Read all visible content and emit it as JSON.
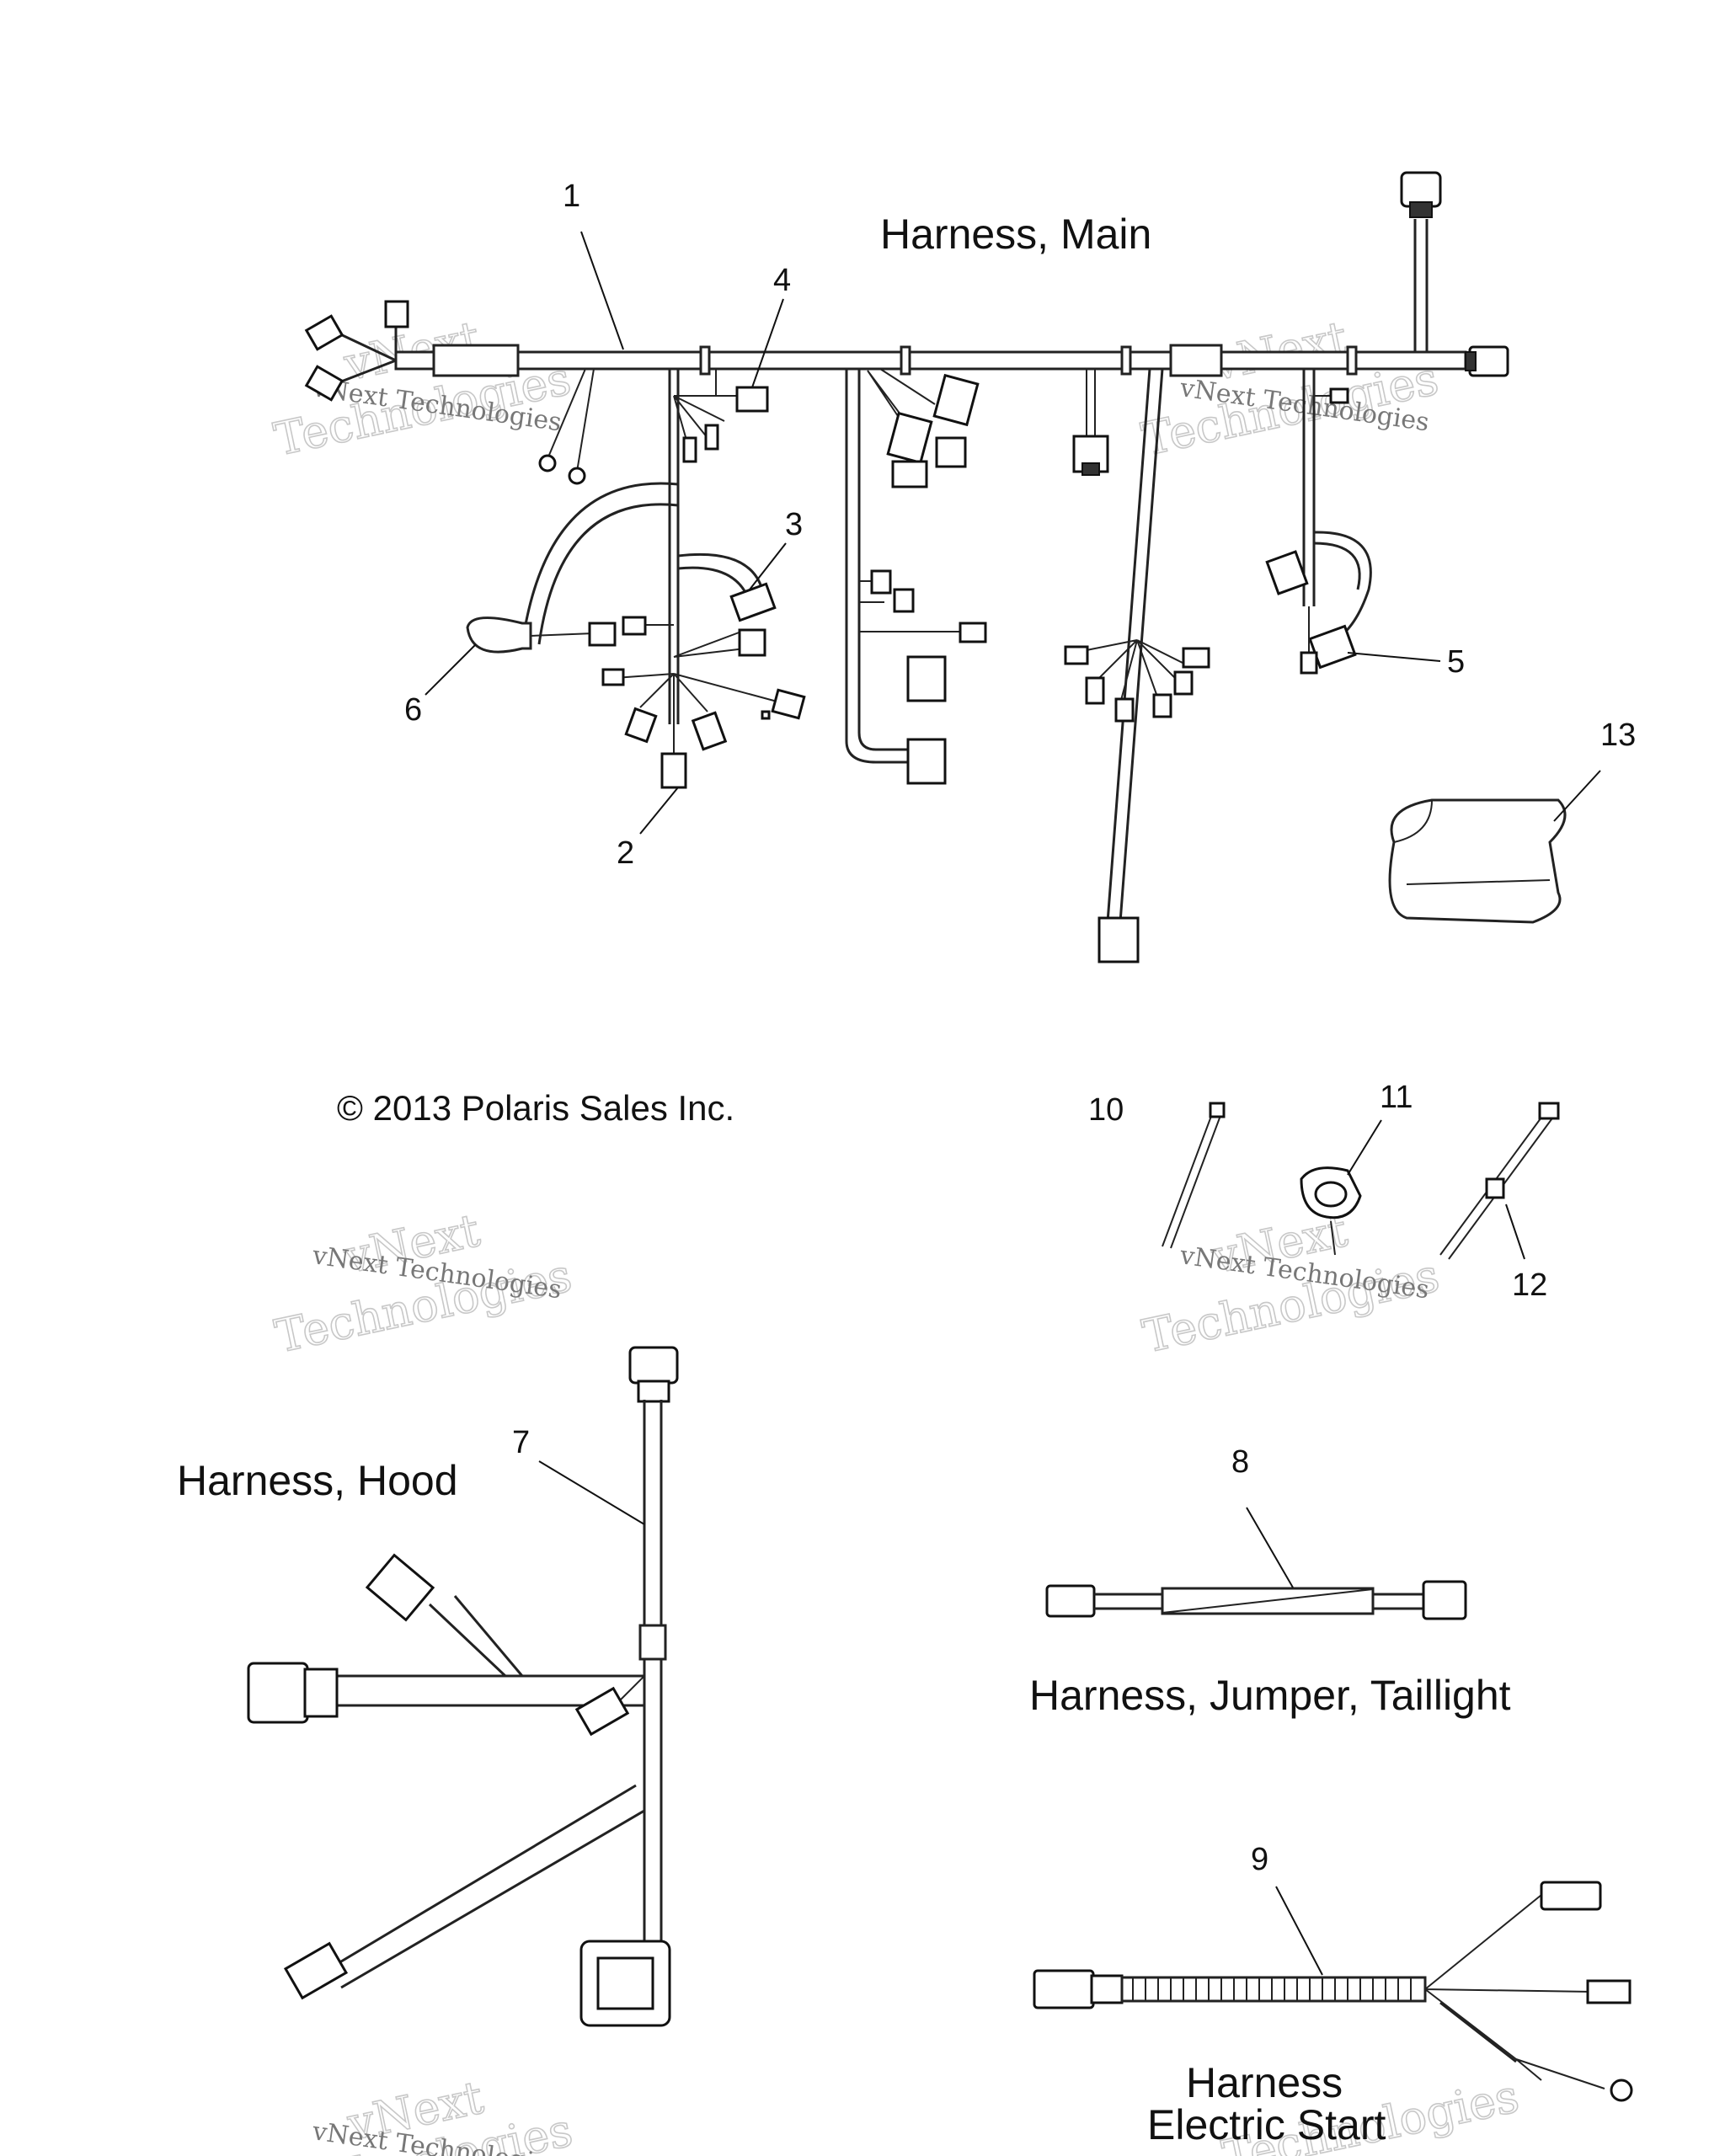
{
  "labels": {
    "title_main": "Harness, Main",
    "title_hood": "Harness, Hood",
    "title_jumper": "Harness, Jumper, Taillight",
    "title_estart_1": "Harness",
    "title_estart_2": "Electric Start",
    "copyright": "© 2013 Polaris Sales Inc."
  },
  "callouts": [
    "1",
    "2",
    "3",
    "4",
    "5",
    "6",
    "7",
    "8",
    "9",
    "10",
    "11",
    "12",
    "13"
  ],
  "watermark": {
    "line1": "vNext",
    "line2": "Technologies",
    "small": "vNext Technologies"
  },
  "colors": {
    "line": "#222222",
    "watermark": "#c8c8c8",
    "background": "#ffffff"
  }
}
